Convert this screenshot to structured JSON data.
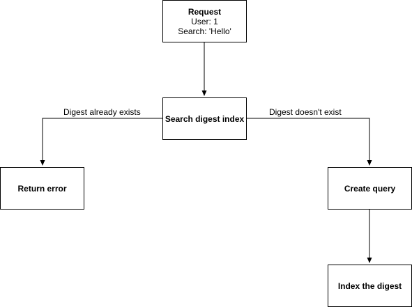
{
  "nodes": {
    "request": {
      "title": "Request",
      "line1": "User: 1",
      "line2": "Search: 'Hello'"
    },
    "search": {
      "title": "Search digest index"
    },
    "return_error": {
      "title": "Return error"
    },
    "create_query": {
      "title": "Create query"
    },
    "index_digest": {
      "title": "Index the digest"
    }
  },
  "edges": {
    "exists_label": "Digest already exists",
    "not_exists_label": "Digest doesn't exist"
  }
}
